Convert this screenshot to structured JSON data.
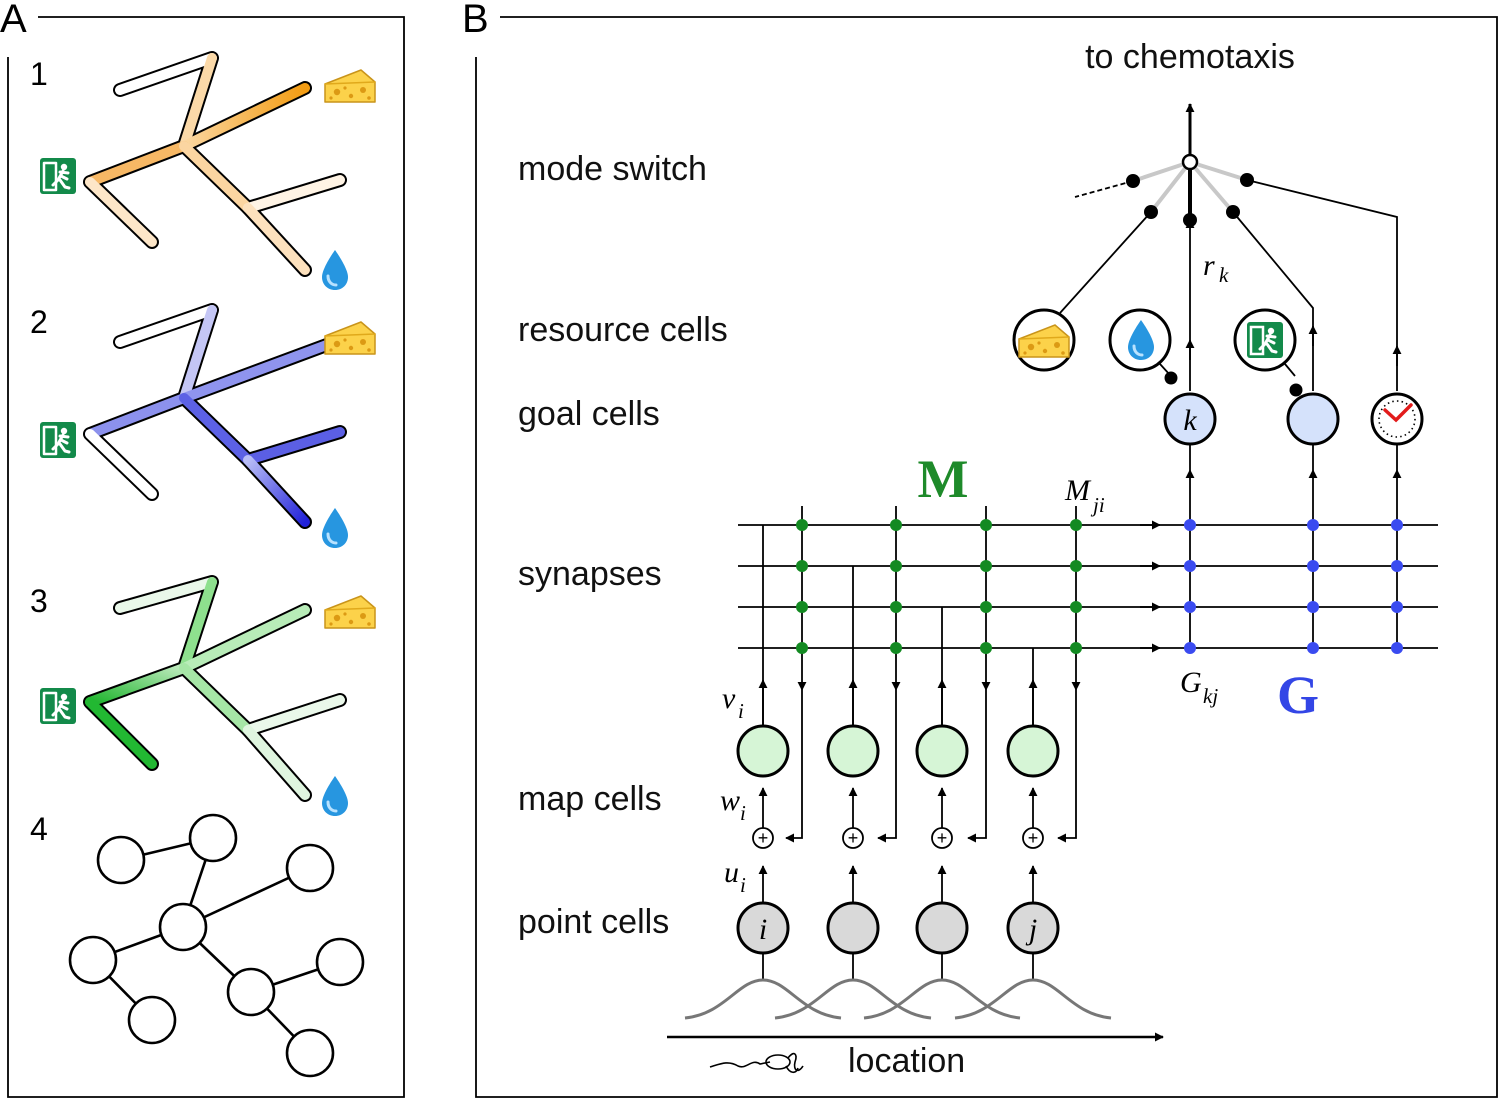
{
  "panel_a": {
    "letter": "A",
    "numbers": [
      "1",
      "2",
      "3",
      "4"
    ]
  },
  "panel_b": {
    "letter": "B",
    "top_label": "to chemotaxis",
    "row_labels": {
      "mode_switch": "mode switch",
      "resource_cells": "resource cells",
      "goal_cells": "goal cells",
      "synapses": "synapses",
      "map_cells": "map cells",
      "point_cells": "point cells"
    },
    "matrix_labels": {
      "M": "M",
      "G": "G"
    },
    "math": {
      "r": "r",
      "r_sub": "k",
      "M_entry": "M",
      "M_sub": "ji",
      "G_entry": "G",
      "G_sub": "kj",
      "v": "v",
      "w": "w",
      "u": "u",
      "i_sub": "i",
      "cell_i": "i",
      "cell_j": "j",
      "cell_k": "k",
      "plus": "+"
    },
    "axis_label": "location"
  },
  "colors": {
    "orange": "#f39c12",
    "blue": "#2a2ad8",
    "green": "#1fb82e",
    "synapse_M": "#138a22",
    "synapse_G": "#3a4bf0",
    "map_cell": "#d6f5d6",
    "goal_cell": "#d5e2fb",
    "point_cell": "#d9d9d9",
    "exit_sign": "#138a4a",
    "clock_hand": "#e21b1b"
  },
  "icons": [
    "exit-sign-icon",
    "cheese-icon",
    "water-drop-icon",
    "clock-icon",
    "worm-icon"
  ]
}
